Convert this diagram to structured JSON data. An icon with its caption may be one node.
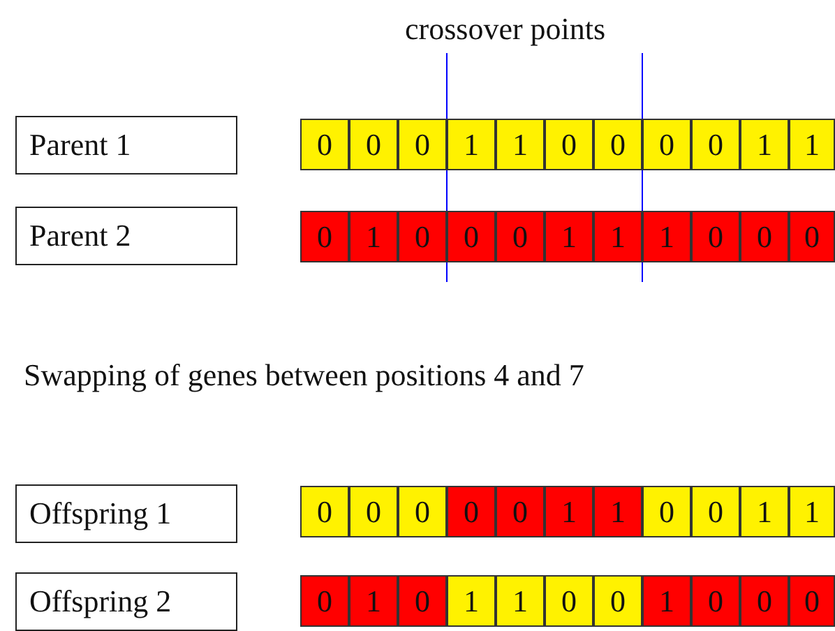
{
  "diagram": {
    "nodes": [
      {
        "text": [
          "Parent 1"
        ]
      },
      {
        "text": [
          "0"
        ]
      },
      {
        "text": [
          "0"
        ]
      },
      {
        "text": [
          "0"
        ]
      },
      {
        "text": [
          "1"
        ]
      },
      {
        "text": [
          "1"
        ]
      },
      {
        "text": [
          "0"
        ]
      },
      {
        "text": [
          "0"
        ]
      },
      {
        "text": [
          "0"
        ]
      },
      {
        "text": [
          "0"
        ]
      },
      {
        "text": [
          "1"
        ]
      },
      {
        "text": [
          "1"
        ]
      },
      {
        "text": [
          "Parent 2"
        ]
      },
      {
        "text": [
          "0"
        ]
      },
      {
        "text": [
          "1"
        ]
      },
      {
        "text": [
          "0"
        ]
      },
      {
        "text": [
          "0"
        ]
      },
      {
        "text": [
          "0"
        ]
      },
      {
        "text": [
          "1"
        ]
      },
      {
        "text": [
          "1"
        ]
      },
      {
        "text": [
          "1"
        ]
      },
      {
        "text": [
          "0"
        ]
      },
      {
        "text": [
          "0"
        ]
      },
      {
        "text": [
          "0"
        ]
      },
      {
        "text": [
          "Offspring 1"
        ]
      },
      {
        "text": [
          "0"
        ]
      },
      {
        "text": [
          "0"
        ]
      },
      {
        "text": [
          "0"
        ]
      },
      {
        "text": [
          "0"
        ]
      },
      {
        "text": [
          "0"
        ]
      },
      {
        "text": [
          "1"
        ]
      },
      {
        "text": [
          "1"
        ]
      },
      {
        "text": [
          "0"
        ]
      },
      {
        "text": [
          "0"
        ]
      },
      {
        "text": [
          "1"
        ]
      },
      {
        "text": [
          "1"
        ]
      },
      {
        "text": [
          "Offspring 2"
        ]
      },
      {
        "text": [
          "0"
        ]
      },
      {
        "text": [
          "1"
        ]
      },
      {
        "text": [
          "0"
        ]
      },
      {
        "text": [
          "1"
        ]
      },
      {
        "text": [
          "1"
        ]
      },
      {
        "text": [
          "0"
        ]
      },
      {
        "text": [
          "0"
        ]
      },
      {
        "text": [
          "1"
        ]
      },
      {
        "text": [
          "0"
        ]
      },
      {
        "text": [
          "0"
        ]
      },
      {
        "text": [
          "0"
        ]
      }
    ],
    "edges": [],
    "labels": [
      "crossover points",
      "Swapping of genes between positions 4 and 7"
    ]
  }
}
